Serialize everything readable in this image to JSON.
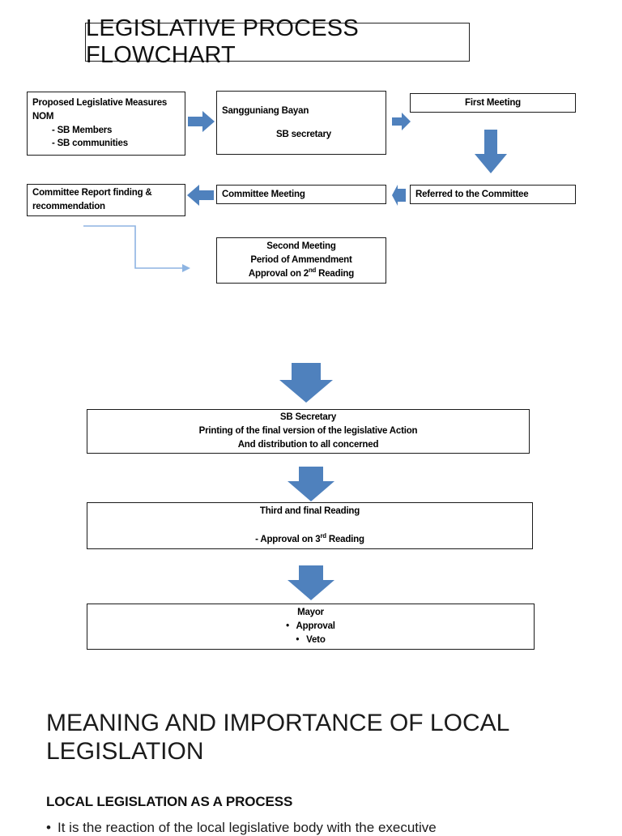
{
  "title": {
    "text": "LEGISLATIVE PROCESS FLOWCHART"
  },
  "colors": {
    "arrow_blue": "#4F81BD",
    "arrow_blue_light": "#6FA8DC",
    "connector_blue": "#8DB4E2",
    "box_border": "#1a1a1a",
    "text": "#000000"
  },
  "flowchart": {
    "boxes": {
      "proposed_measures": {
        "line1": "Proposed Legislative Measures",
        "line2": "NOM",
        "line3": "        - SB Members",
        "line4": "        - SB communities"
      },
      "sangguniang_bayan": {
        "line1": "Sangguniang Bayan",
        "line2": "SB secretary"
      },
      "first_meeting": {
        "line1": "First Meeting"
      },
      "referred_to_committee": {
        "line1": "Referred to the Committee"
      },
      "committee_meeting": {
        "line1": "Committee Meeting"
      },
      "committee_report": {
        "line1": "Committee Report finding &",
        "line2": "recommendation"
      },
      "second_meeting": {
        "line1": "Second Meeting",
        "line2": "Period of Ammendment",
        "line3_pre": "Approval on 2",
        "line3_sup": "nd",
        "line3_post": " Reading"
      },
      "sb_secretary_printing": {
        "line1": "SB Secretary",
        "line2": "Printing of the final version of the legislative Action",
        "line3": "And distribution to all concerned"
      },
      "third_reading": {
        "line1": "Third and final Reading",
        "line2_pre": "- Approval on 3",
        "line2_sup": "rd",
        "line2_post": " Reading"
      },
      "mayor": {
        "line1": "Mayor",
        "line2": "•   Approval",
        "line3": "•   Veto"
      }
    }
  },
  "content": {
    "section_heading": "MEANING AND IMPORTANCE OF LOCAL LEGISLATION",
    "subsection_heading": "LOCAL LEGISLATION AS A PROCESS",
    "bullet_1": "It is the reaction of the local legislative body with the executive"
  }
}
